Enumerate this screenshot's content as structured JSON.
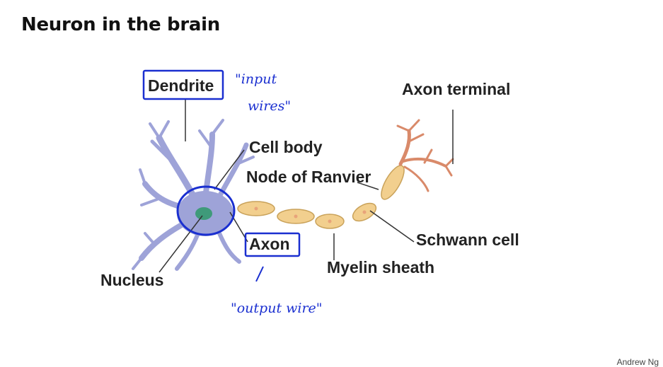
{
  "title": "Neuron in the brain",
  "labels": {
    "dendrite": "Dendrite",
    "axon_terminal": "Axon terminal",
    "cell_body": "Cell body",
    "node_of_ranvier": "Node of Ranvier",
    "axon": "Axon",
    "schwann_cell": "Schwann cell",
    "myelin_sheath": "Myelin sheath",
    "nucleus": "Nucleus"
  },
  "annotations": {
    "input_line1": "\"input",
    "input_line2": "wires\"",
    "output": "\"output wire\""
  },
  "footer": "Andrew Ng",
  "colors": {
    "neuron": "#9ea3d8",
    "neuron_dark": "#6e72b8",
    "nucleus": "#3f9a7a",
    "myelin": "#f2cf8e",
    "myelin_edge": "#c9a25a",
    "terminal": "#d98a6a",
    "annotation_ink": "#1a2fd0"
  }
}
